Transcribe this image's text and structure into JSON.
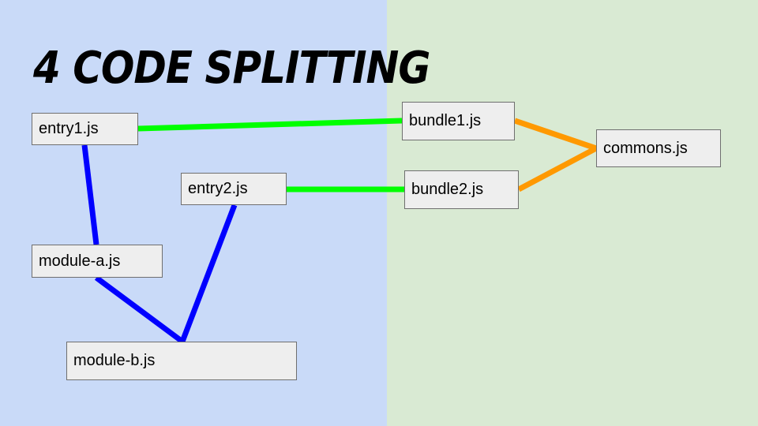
{
  "title": "4 CODE SPLITTING",
  "colors": {
    "left_background": "#c9daf8",
    "right_background": "#d9ead3",
    "dependency_edge": "#0000ff",
    "bundle_edge": "#00ff00",
    "commons_edge": "#ff9900"
  },
  "nodes": {
    "entry1": "entry1.js",
    "entry2": "entry2.js",
    "module_a": "module-a.js",
    "module_b": "module-b.js",
    "bundle1": "bundle1.js",
    "bundle2": "bundle2.js",
    "commons": "commons.js"
  }
}
